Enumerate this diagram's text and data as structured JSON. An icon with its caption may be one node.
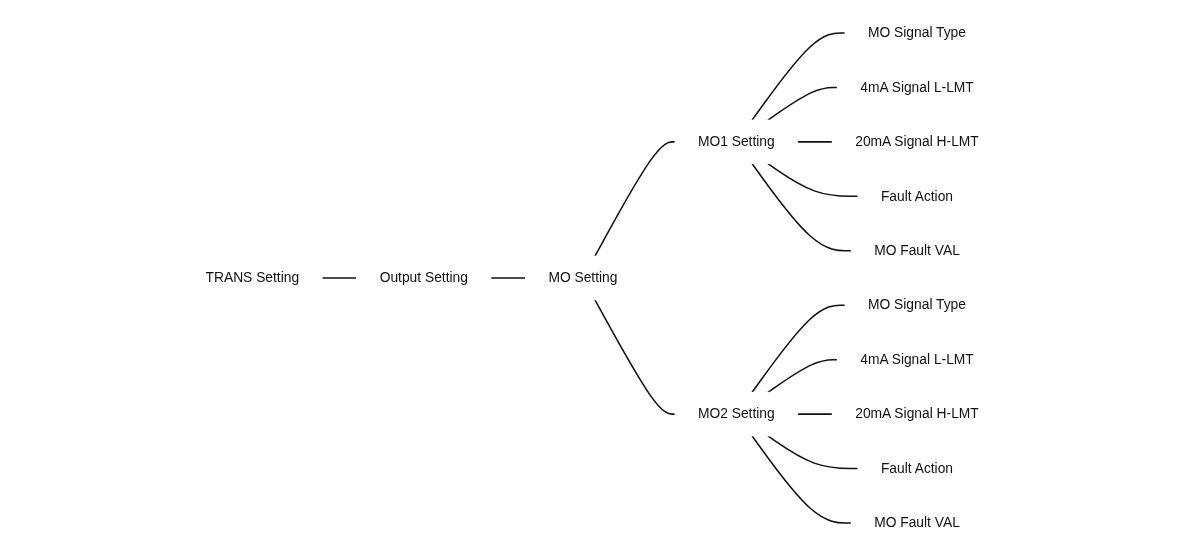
{
  "diagram": {
    "nodes": [
      {
        "text": [
          "TRANS Setting"
        ]
      },
      {
        "text": [
          "Output Setting"
        ]
      },
      {
        "text": [
          "MO Setting"
        ]
      },
      {
        "text": [
          "MO1 Setting"
        ]
      },
      {
        "text": [
          "MO Signal Type"
        ]
      },
      {
        "text": [
          "4mA Signal L-LMT"
        ]
      },
      {
        "text": [
          "20mA Signal H-LMT"
        ]
      },
      {
        "text": [
          "Fault Action"
        ]
      },
      {
        "text": [
          "MO Fault VAL"
        ]
      },
      {
        "text": [
          "MO2 Setting"
        ]
      },
      {
        "text": [
          "MO Signal Type"
        ]
      },
      {
        "text": [
          "4mA Signal L-LMT"
        ]
      },
      {
        "text": [
          "20mA Signal H-LMT"
        ]
      },
      {
        "text": [
          "Fault Action"
        ]
      },
      {
        "text": [
          "MO Fault VAL"
        ]
      }
    ],
    "edges": [
      {
        "from": 0,
        "to": 1,
        "arrow": "none"
      },
      {
        "from": 1,
        "to": 2,
        "arrow": "none"
      },
      {
        "from": 2,
        "to": 3,
        "arrow": "none"
      },
      {
        "from": 3,
        "to": 4,
        "arrow": "none"
      },
      {
        "from": 3,
        "to": 5,
        "arrow": "none"
      },
      {
        "from": 3,
        "to": 6,
        "arrow": "none"
      },
      {
        "from": 3,
        "to": 7,
        "arrow": "none"
      },
      {
        "from": 3,
        "to": 8,
        "arrow": "none"
      },
      {
        "from": 2,
        "to": 9,
        "arrow": "none"
      },
      {
        "from": 9,
        "to": 10,
        "arrow": "none"
      },
      {
        "from": 9,
        "to": 11,
        "arrow": "none"
      },
      {
        "from": 9,
        "to": 12,
        "arrow": "none"
      },
      {
        "from": 9,
        "to": 13,
        "arrow": "none"
      },
      {
        "from": 9,
        "to": 14,
        "arrow": "none"
      }
    ]
  }
}
